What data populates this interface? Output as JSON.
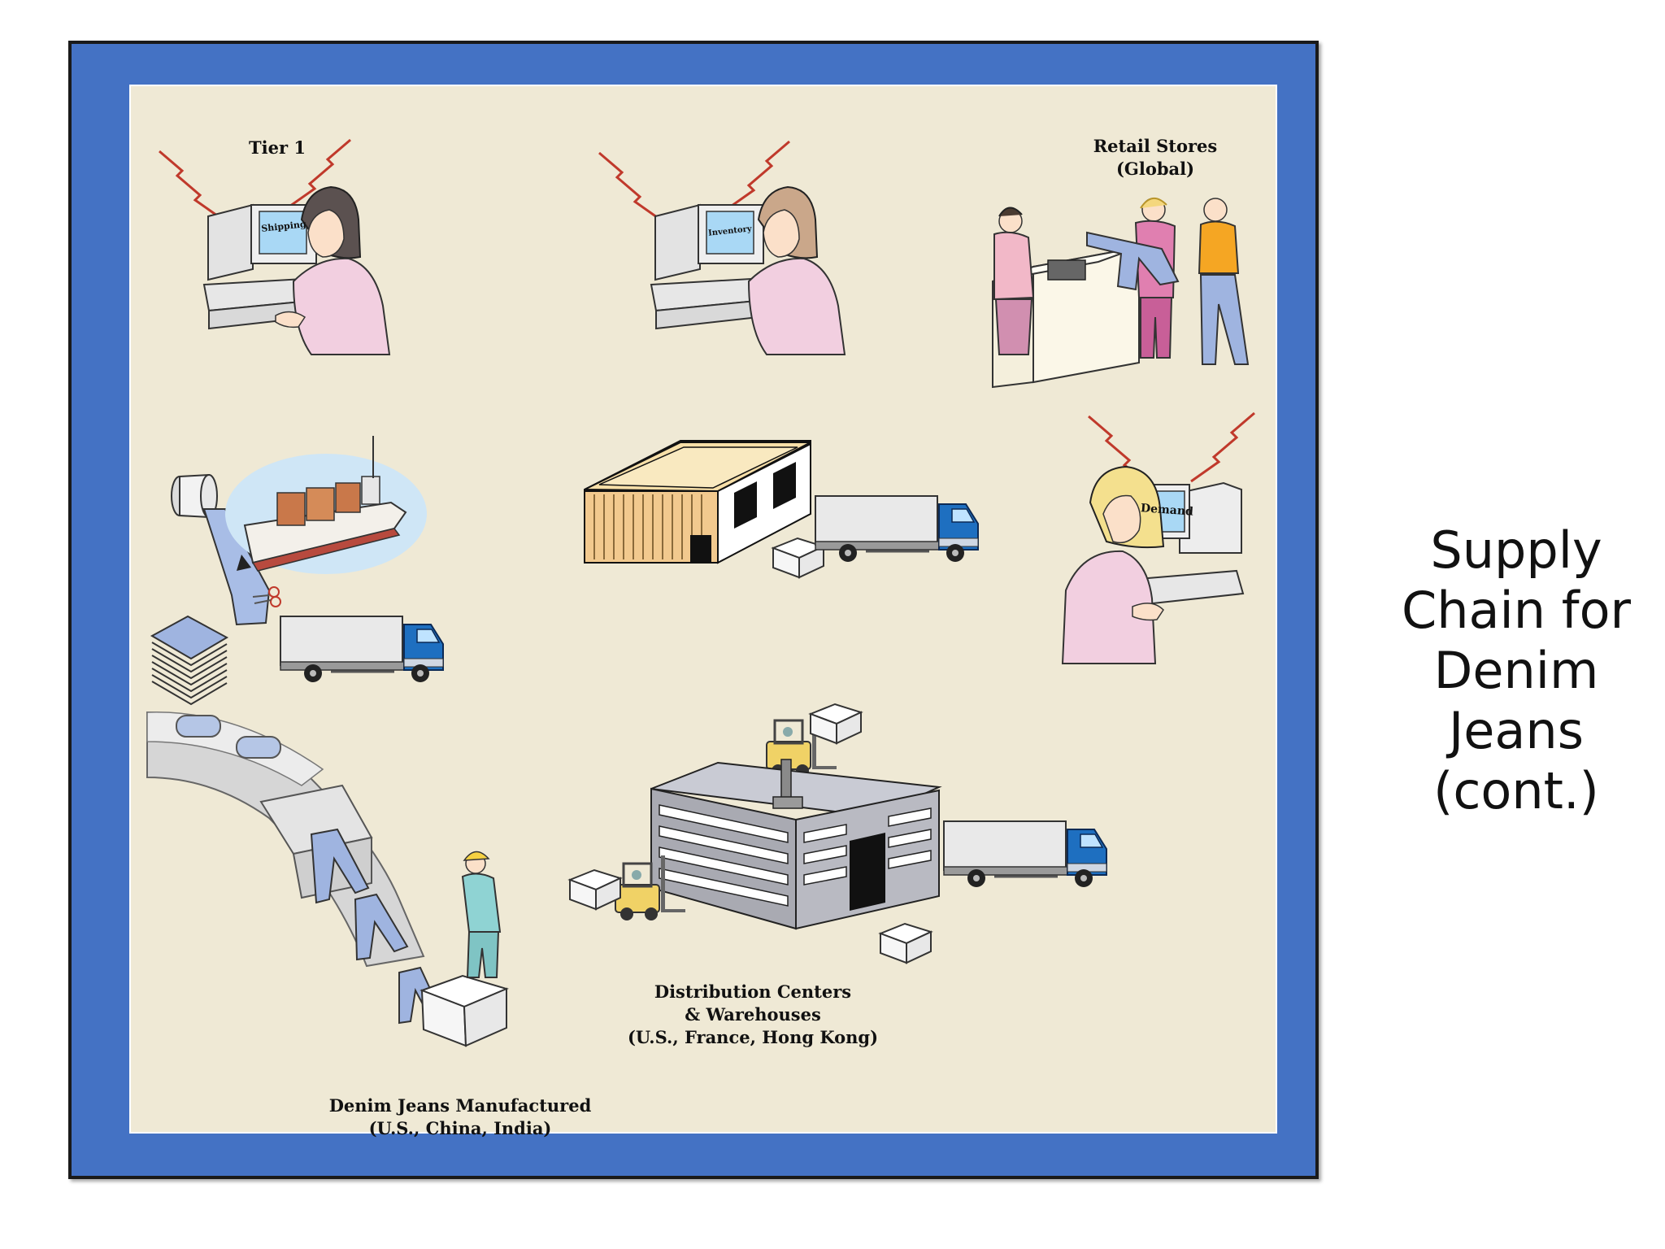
{
  "slide": {
    "title_lines": [
      "Supply",
      "Chain for",
      "Denim",
      "Jeans",
      "(cont.)"
    ]
  },
  "diagram": {
    "labels": {
      "tier1": "Tier 1",
      "retail_line1": "Retail Stores",
      "retail_line2": "(Global)",
      "distribution_line1": "Distribution Centers",
      "distribution_line2": "& Warehouses",
      "distribution_line3": "(U.S., France, Hong Kong)",
      "manufactured_line1": "Denim Jeans Manufactured",
      "manufactured_line2": "(U.S., China, India)"
    },
    "screens": {
      "shipping": "Shipping",
      "inventory": "Inventory",
      "demand": "Demand"
    }
  },
  "colors": {
    "frame": "#4472c4",
    "panel": "#efe9d5",
    "lightning": "#c0392b",
    "truck_cab": "#1e6fc0",
    "denim": "#9fb4e0",
    "worker_shirt": "#f2cfe0"
  }
}
